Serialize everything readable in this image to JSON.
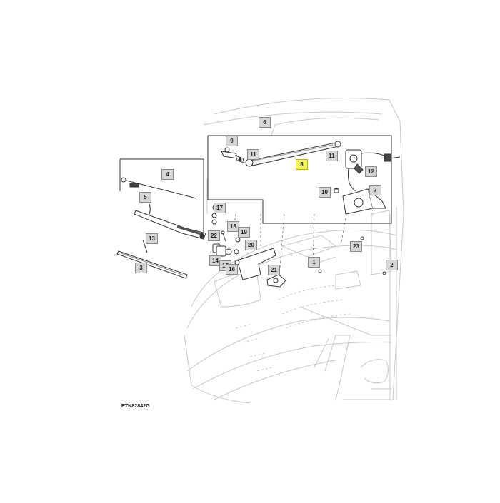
{
  "callouts": [
    {
      "id": "c6",
      "label": "6"
    },
    {
      "id": "c9",
      "label": "9"
    },
    {
      "id": "c11a",
      "label": "11"
    },
    {
      "id": "c11b",
      "label": "11"
    },
    {
      "id": "c8",
      "label": "8",
      "highlighted": true
    },
    {
      "id": "c12",
      "label": "12"
    },
    {
      "id": "c10",
      "label": "10"
    },
    {
      "id": "c7",
      "label": "7"
    },
    {
      "id": "c4",
      "label": "4"
    },
    {
      "id": "c5",
      "label": "5"
    },
    {
      "id": "c17",
      "label": "17"
    },
    {
      "id": "c18",
      "label": "18"
    },
    {
      "id": "c22",
      "label": "22"
    },
    {
      "id": "c19",
      "label": "19"
    },
    {
      "id": "c13",
      "label": "13"
    },
    {
      "id": "c20",
      "label": "20"
    },
    {
      "id": "c14",
      "label": "14"
    },
    {
      "id": "c15",
      "label": "15"
    },
    {
      "id": "c16",
      "label": "16"
    },
    {
      "id": "c21",
      "label": "21"
    },
    {
      "id": "c3",
      "label": "3"
    },
    {
      "id": "c1",
      "label": "1"
    },
    {
      "id": "c23",
      "label": "23"
    },
    {
      "id": "c2",
      "label": "2"
    }
  ],
  "figure_code": "ETN82842G",
  "colors": {
    "line": "#333333",
    "ghost": "#c7c7c7",
    "callout_fill": "#d6d6d6",
    "highlight": "#f1f25e"
  }
}
